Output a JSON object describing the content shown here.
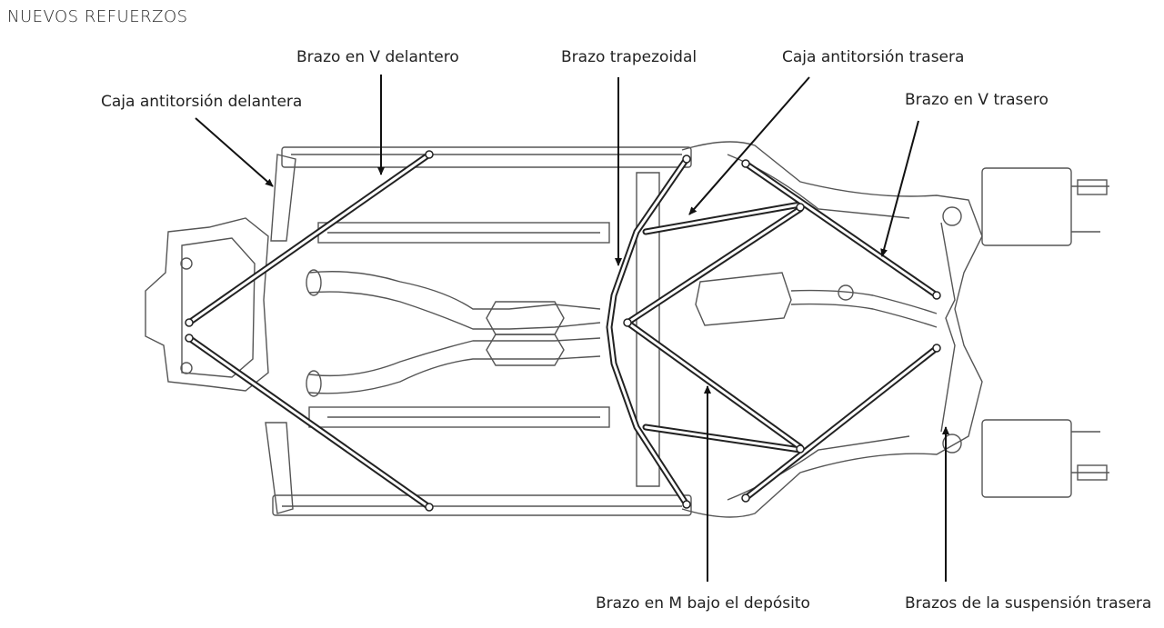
{
  "title": "NUEVOS REFUERZOS",
  "labels": {
    "front_v_arm": "Brazo en V delantero",
    "trapezoidal_arm": "Brazo trapezoidal",
    "rear_torsion_box": "Caja antitorsión trasera",
    "front_torsion_box": "Caja antitorsión delantera",
    "rear_v_arm": "Brazo en V trasero",
    "m_arm_under_tank": "Brazo en M bajo el depósito",
    "rear_suspension_arms": "Brazos de la suspensión trasera"
  }
}
